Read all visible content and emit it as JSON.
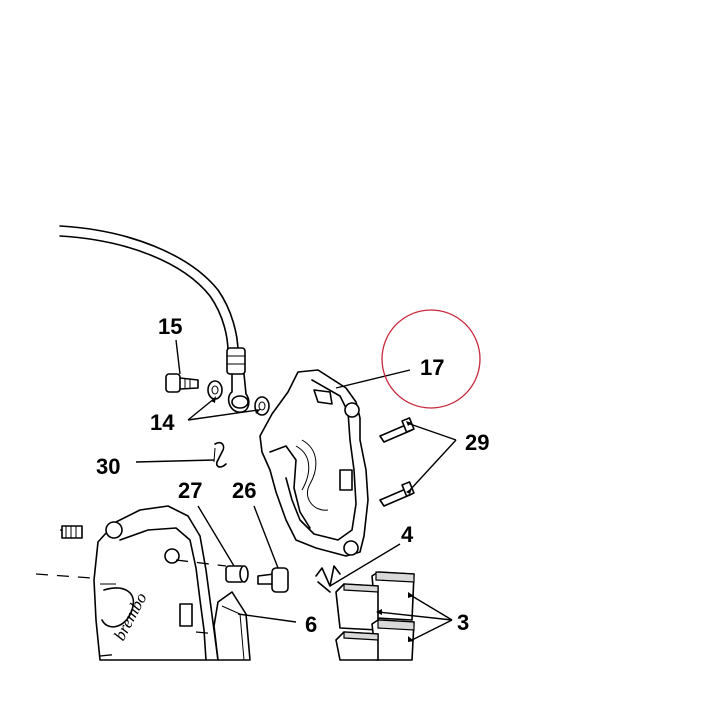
{
  "diagram": {
    "callouts": {
      "c15": "15",
      "c14": "14",
      "c17": "17",
      "c29": "29",
      "c30": "30",
      "c27": "27",
      "c26": "26",
      "c4": "4",
      "c6": "6",
      "c3": "3"
    },
    "highlight_color": "#c8283c"
  }
}
